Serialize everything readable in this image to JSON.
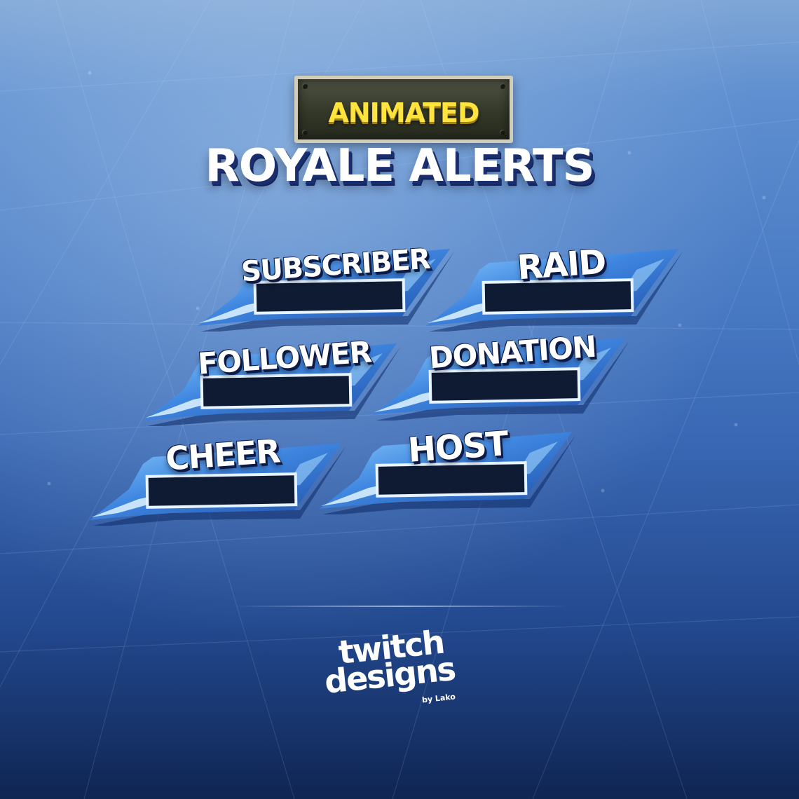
{
  "header": {
    "badge": "ANIMATED",
    "title": "ROYALE ALERTS"
  },
  "alerts": [
    {
      "label": "SUBSCRIBER"
    },
    {
      "label": "RAID"
    },
    {
      "label": "FOLLOWER"
    },
    {
      "label": "DONATION"
    },
    {
      "label": "CHEER"
    },
    {
      "label": "HOST"
    }
  ],
  "logo": {
    "line1": "twitch",
    "line2": "designs",
    "byline": "by Lako"
  },
  "colors": {
    "badge_text": "#ffe33f",
    "panel_light": "#8fd0ff",
    "panel_main": "#3f86e0",
    "panel_dark": "#1e4fa8",
    "slot": "#0e1b33"
  }
}
